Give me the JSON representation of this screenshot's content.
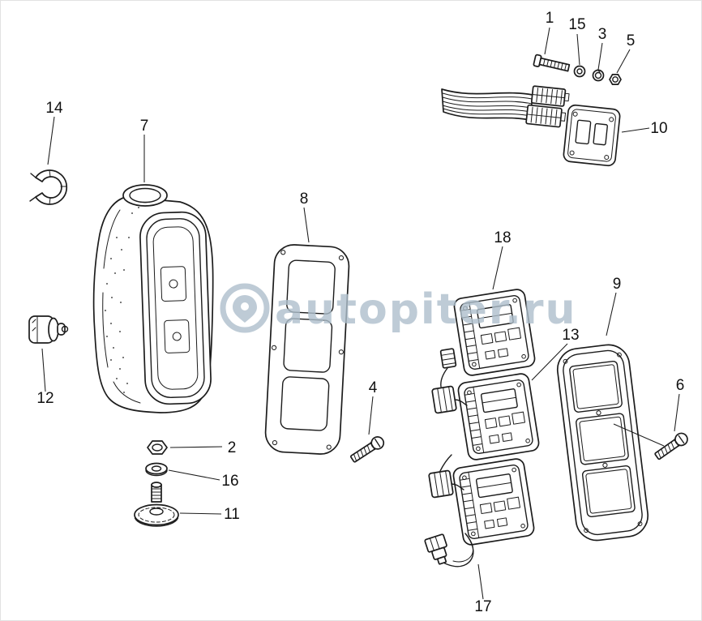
{
  "watermark": {
    "text": "autopiter.ru",
    "color": "#aebfcc"
  },
  "colors": {
    "background": "#ffffff",
    "line": "#1c1c1c",
    "label_text": "#111111",
    "watermark": "#aebfcc"
  },
  "callouts": [
    {
      "id": "1"
    },
    {
      "id": "15"
    },
    {
      "id": "3"
    },
    {
      "id": "5"
    },
    {
      "id": "10"
    },
    {
      "id": "14"
    },
    {
      "id": "7"
    },
    {
      "id": "8"
    },
    {
      "id": "18"
    },
    {
      "id": "9"
    },
    {
      "id": "13"
    },
    {
      "id": "12"
    },
    {
      "id": "4"
    },
    {
      "id": "6"
    },
    {
      "id": "2"
    },
    {
      "id": "16"
    },
    {
      "id": "11"
    },
    {
      "id": "17"
    }
  ]
}
